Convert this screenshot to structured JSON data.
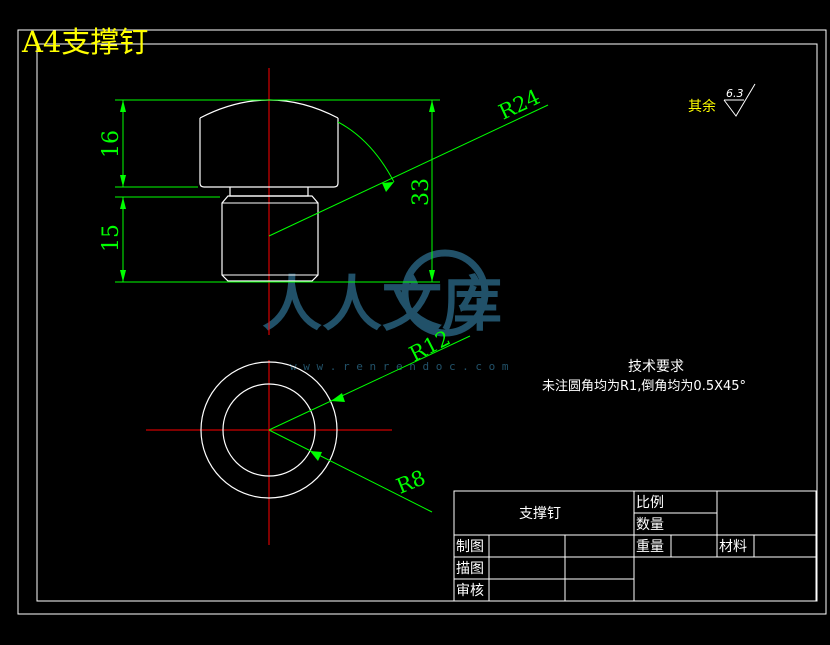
{
  "title": "A4支撑钉",
  "dimensions": {
    "head_height": "16",
    "shank_height": "15",
    "total_height": "33",
    "head_radius": "R24",
    "outer_radius": "R12",
    "inner_radius": "R8"
  },
  "surface_finish": {
    "label": "其余",
    "value": "6.3"
  },
  "tech_requirements": {
    "heading": "技术要求",
    "note": "未注圆角均为R1,倒角均为0.5X45°"
  },
  "title_block": {
    "part_name": "支撑钉",
    "scale_label": "比例",
    "quantity_label": "数量",
    "weight_label": "重量",
    "material_label": "材料",
    "drawn_label": "制图",
    "traced_label": "描图",
    "checked_label": "审核"
  },
  "watermark": {
    "text": "人人文库",
    "url": "w w w . r e n r e n d o c . c o m"
  },
  "colors": {
    "background": "#000000",
    "outline": "#ffffff",
    "dimension": "#00ff00",
    "centerline": "#ff0000",
    "title": "#ffff00",
    "watermark": "#2d6d8c"
  }
}
